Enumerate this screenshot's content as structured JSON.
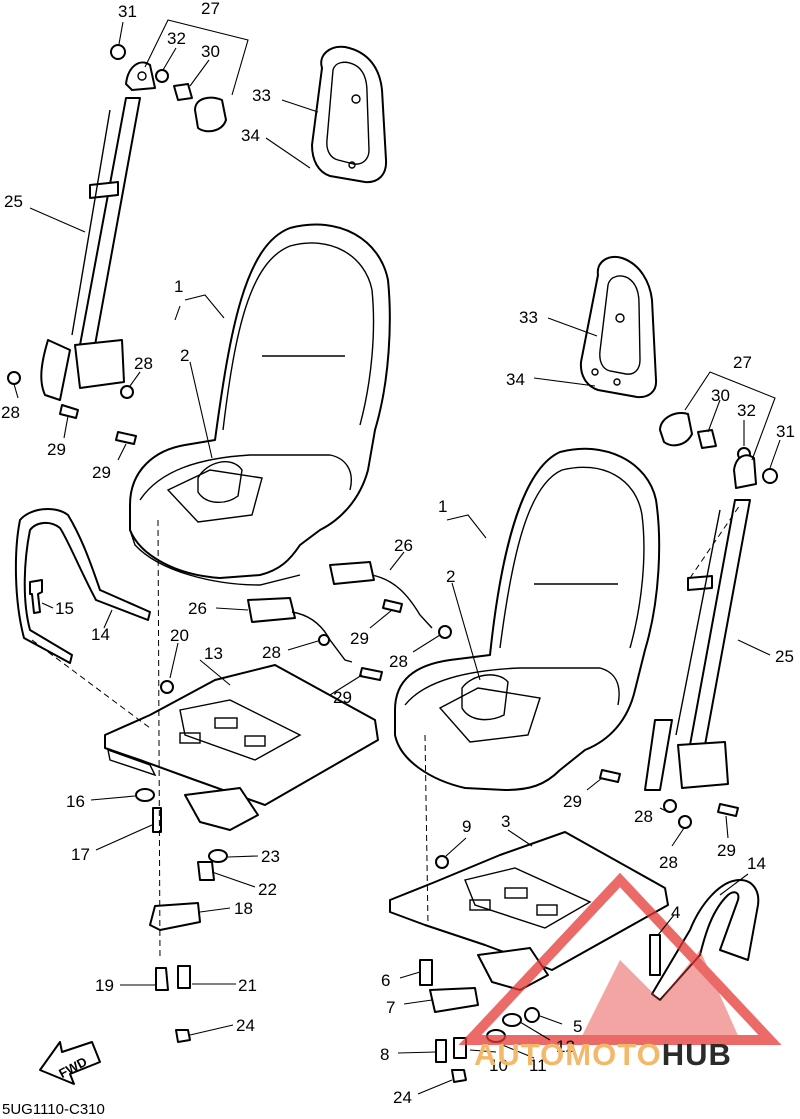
{
  "document_code": "5UG1110-C310",
  "fwd_label": "FWD",
  "watermark": {
    "part1": "AUTOMOTO",
    "part2": "HUB",
    "color_primary": "#f4b86a",
    "color_logo": "#e53935",
    "color_dark": "#2b2b2b"
  },
  "callouts": {
    "left": {
      "c31": "31",
      "c27": "27",
      "c32": "32",
      "c30": "30",
      "c33": "33",
      "c34": "34",
      "c25": "25",
      "c1": "1",
      "c2": "2",
      "c28a": "28",
      "c28b": "28",
      "c29a": "29",
      "c29b": "29",
      "c15": "15",
      "c14": "14",
      "c26": "26",
      "c20": "20",
      "c13": "13",
      "c28c": "28",
      "c29c": "29",
      "c16": "16",
      "c17": "17",
      "c23": "23",
      "c22": "22",
      "c18": "18",
      "c19": "19",
      "c21": "21",
      "c24": "24"
    },
    "right": {
      "c33": "33",
      "c27": "27",
      "c34": "34",
      "c30": "30",
      "c32": "32",
      "c31": "31",
      "c1": "1",
      "c26": "26",
      "c2": "2",
      "c29a": "29",
      "c28a": "28",
      "c25": "25",
      "c29b": "29",
      "c28b": "28",
      "c28c": "28",
      "c29c": "29",
      "c14": "14",
      "c9": "9",
      "c3": "3",
      "c4": "4",
      "c6": "6",
      "c7": "7",
      "c5": "5",
      "c12": "12",
      "c8": "8",
      "c10": "10",
      "c11": "11",
      "c24": "24"
    }
  }
}
